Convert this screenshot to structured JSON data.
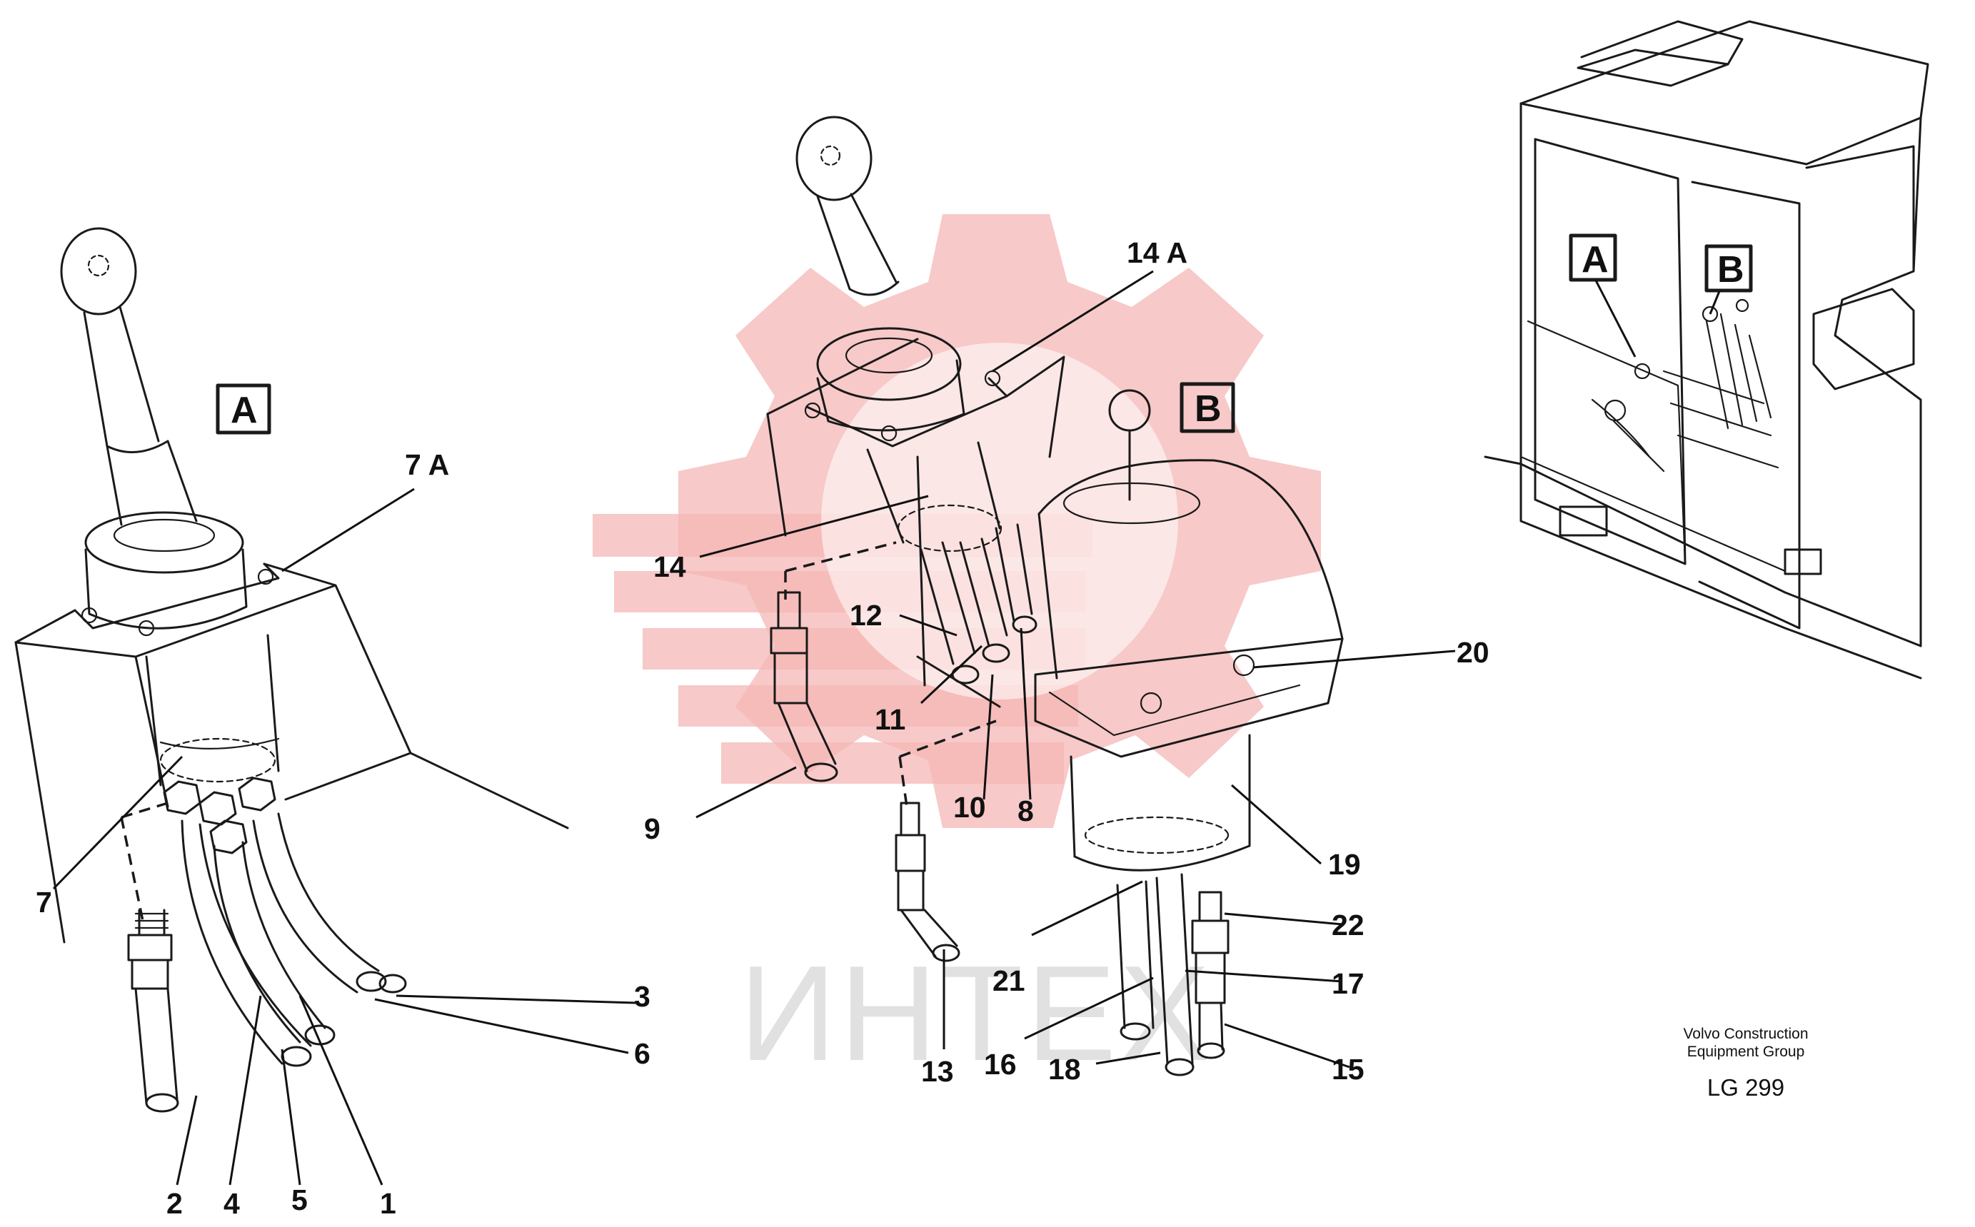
{
  "diagram": {
    "watermark_text": "ИНТЕХ",
    "view_labels": {
      "a": "A",
      "b": "B",
      "cab_a": "A",
      "cab_b": "B"
    },
    "callouts": {
      "c1": "1",
      "c2": "2",
      "c3": "3",
      "c4": "4",
      "c5": "5",
      "c6": "6",
      "c7": "7",
      "c7a": "7 A",
      "c8": "8",
      "c9": "9",
      "c10": "10",
      "c11": "11",
      "c12": "12",
      "c13": "13",
      "c14": "14",
      "c14a": "14 A",
      "c15": "15",
      "c16": "16",
      "c17": "17",
      "c18": "18",
      "c19": "19",
      "c20": "20",
      "c21": "21",
      "c22": "22"
    },
    "publisher_line1": "Volvo Construction",
    "publisher_line2": "Equipment Group",
    "reference_code": "LG 299",
    "watermark_color": "#f4b7b5"
  }
}
